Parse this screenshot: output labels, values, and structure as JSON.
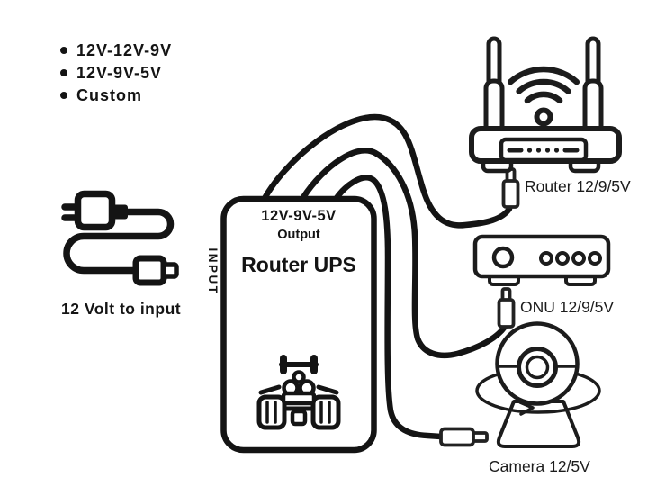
{
  "canvas": {
    "background": "#ffffff",
    "ink": "#141414",
    "device_ink": "#1c1c1c"
  },
  "options": {
    "items": [
      {
        "label": "12V-12V-9V"
      },
      {
        "label": "12V-9V-5V"
      },
      {
        "label": "Custom"
      }
    ]
  },
  "input": {
    "cable_label": "12 Volt to input",
    "port_label": "INPUT"
  },
  "ups": {
    "output_modes": "12V-9V-5V",
    "output_word": "Output",
    "title": "Router UPS"
  },
  "devices": {
    "router": {
      "label": "Router 12/9/5V"
    },
    "onu": {
      "label": "ONU 12/9/5V"
    },
    "camera": {
      "label": "Camera 12/5V"
    }
  }
}
